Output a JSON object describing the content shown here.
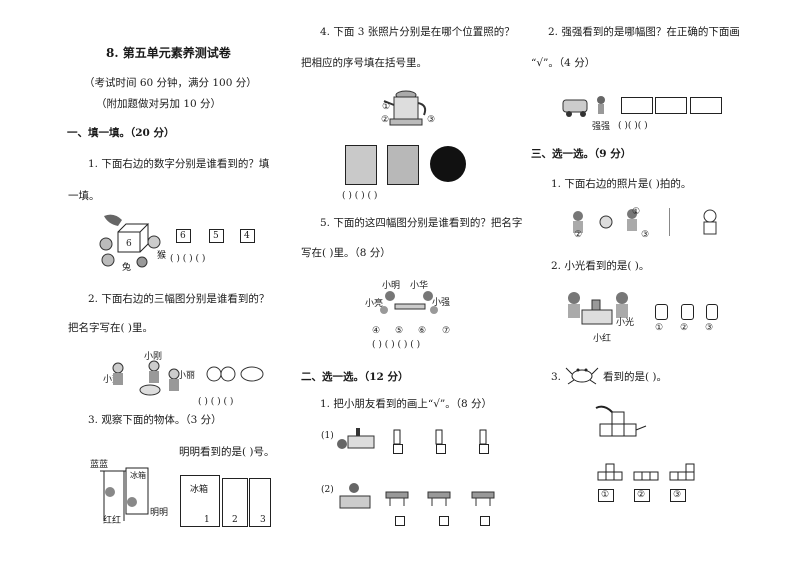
{
  "title": "8. 第五单元素养测试卷",
  "subtitle1": "（考试时间 60 分钟，满分 100 分）",
  "subtitle2": "（附加题做对另加 10 分）",
  "sec1": "一、填一填。（20 分）",
  "q1a": "1. 下面右边的数字分别是谁看到的？填",
  "q1b": "一填。",
  "q1_nums": [
    "6",
    "5",
    "4"
  ],
  "q1_monkey": "猴",
  "q1_rabbit": "兔",
  "q1_parens": "(     )  (     )  (     )",
  "q2a": "2. 下面右边的三幅图分别是谁看到的？",
  "q2b": "把名字写在(     )里。",
  "q2_xiaogang": "小刚",
  "q2_xiaofang": "小芳",
  "q2_xiaoli": "小丽",
  "q2_parens": "(   )  (   )  (   )",
  "q3": "3. 观察下面的物体。（3 分）",
  "q3_ming": "明明看到的是(     )号。",
  "q3_zz": "蓝蓝",
  "q3_hh": "红红",
  "q3_mm": "明明",
  "q3_fridge": "冰箱",
  "q3_nums": [
    "1",
    "2",
    "3"
  ],
  "q4a": "4. 下面 3 张照片分别是在哪个位置照的？",
  "q4b": "把相应的序号填在括号里。",
  "q4_labels": [
    "①",
    "②",
    "③"
  ],
  "q4_parens": "(     )   (     )   (     )",
  "q5a": "5. 下面的这四幅图分别是谁看到的？把名字",
  "q5b": "写在(     )里。（8 分）",
  "q5_xm": "小明",
  "q5_xh": "小华",
  "q5_xl": "小亮",
  "q5_xq": "小强",
  "q5_opts": [
    "④",
    "⑤",
    "⑥",
    "⑦"
  ],
  "q5_parens": "(  ) (  ) (  ) (  )",
  "sec2": "二、选一选。（12 分）",
  "s2q1": "1. 把小朋友看到的画上“√”。（8 分）",
  "s2_r1": "(1)",
  "s2_r2": "(2)",
  "r_q2a": "2. 强强看到的是哪幅图？在正确的下面画",
  "r_q2b": "“√”。（4 分）",
  "r_qq": "强强",
  "r_parens": "(     )(     )(     )",
  "sec3": "三、选一选。（9 分）",
  "s3q1": "1. 下面右边的照片是(     )拍的。",
  "s3q1_opts": [
    "①",
    "②",
    "③"
  ],
  "s3q2": "2. 小光看到的是(     )。",
  "s3q2_xg": "小光",
  "s3q2_xh": "小红",
  "s3q2_opts": [
    "①",
    "②",
    "③"
  ],
  "s3q3": "3.",
  "s3q3b": "看到的是(     )。",
  "s3q3_opts": [
    "①",
    "②",
    "③"
  ]
}
